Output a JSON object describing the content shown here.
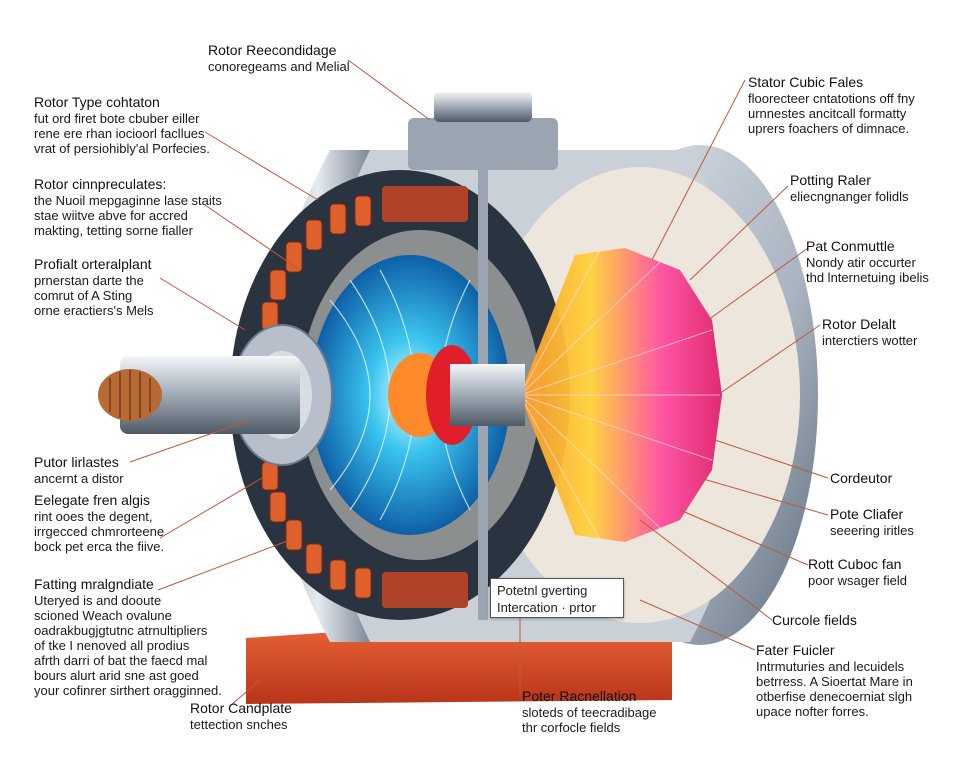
{
  "labels": {
    "rotor_recondidage": {
      "title": "Rotor Reecondidage",
      "lines": [
        "conoregeams and Melial"
      ]
    },
    "rotor_type": {
      "title": "Rotor Tyрe cohtaton",
      "lines": [
        "fut ord firet bote cbuber eiller",
        "rene ere rhan iocioorl facllues",
        "vrat of persiohibly'al Porfecies."
      ]
    },
    "rotor_cinpreculates": {
      "title": "Rotor cinnpreculates:",
      "lines": [
        "the Nuoil mepgaginne lase staits",
        "stae wiitve abve for accred",
        "makting, tetting sorne fialler"
      ]
    },
    "profialt": {
      "title": "Profialt orteralplant",
      "lines": [
        "prnerstan darte the",
        "comrut of A Sting",
        "orne eractiers's Mels"
      ]
    },
    "putor_lirlastes": {
      "title": "Putor lirlastes",
      "lines": [
        "ancernt a distor"
      ]
    },
    "eelegate": {
      "title": "Eelegate fren algis",
      "lines": [
        "rint ooes the degent,",
        "irrgecced chmrorteene",
        "bock pet erca the fiive."
      ]
    },
    "fatting": {
      "title": "Fatting mralgndiate",
      "lines": [
        "Uteryed is and dooute",
        "scioned Weach ovalune",
        "oadrakbugjgtutnc atrnultipliers",
        "of tke I nenoved all prodius",
        "afrth darri of bat the faecd mal",
        "bours alurt arid sne ast goed",
        "your cofinrer sirthert oragginned."
      ]
    },
    "rotor_candplate": {
      "title": "Rotor Candplate",
      "lines": [
        "tettection snches"
      ]
    },
    "stator_cubic": {
      "title": "Stator Cubic Fales",
      "lines": [
        "floorecteer cntatotions off fny",
        "urnnestes ancitcall formatty",
        "uprers foachers of dimnace."
      ]
    },
    "potting_raler": {
      "title": "Potting Raler",
      "lines": [
        "eliecngnanger folidls"
      ]
    },
    "pat_conmuttle": {
      "title": "Pat Conmuttle",
      "lines": [
        "Nondy atir occurter",
        "thd lnternetuing ibelis"
      ]
    },
    "rotor_delalt": {
      "title": "Rotor Delalt",
      "lines": [
        "interctiers wotter"
      ]
    },
    "cordeutor": {
      "title": "Cordeutor",
      "lines": []
    },
    "pote_cliafer": {
      "title": "Pote Cliafer",
      "lines": [
        "seeering iritles"
      ]
    },
    "rott_cuboc": {
      "title": "Rott Cuboc fan",
      "lines": [
        "poor wsager field"
      ]
    },
    "curcole": {
      "title": "Curcole fields",
      "lines": []
    },
    "fater_fuicler": {
      "title": "Fater Fuicler",
      "lines": [
        "Intrmuturies and lecuidels",
        "betrress. A Sioertat Mare in",
        "otberfise denecoerniat slgh",
        "upace nofter forres."
      ]
    },
    "poter_racnellation": {
      "title": "Poter Racnellation",
      "lines": [
        "sloteds of teecradibage",
        "thr corfocle fields"
      ]
    }
  },
  "callout_box": {
    "lines": [
      "Potetnl gverting",
      "Intercation · prtor"
    ]
  },
  "colors": {
    "stator_coil": "#e0602b",
    "base_plate": "#d9481f",
    "magnetic_field": "#2fb8e8",
    "fan_pink": "#ff3c8c",
    "fan_yellow": "#ffd23a",
    "housing": "#b9c2cc"
  }
}
